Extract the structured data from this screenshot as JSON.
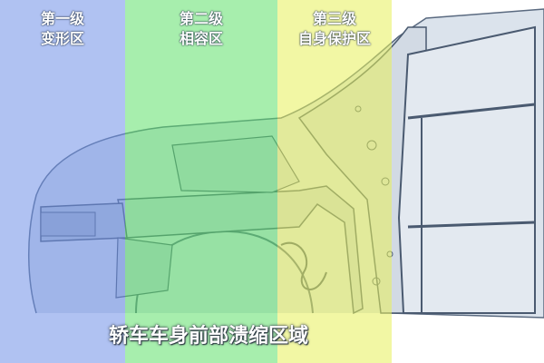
{
  "zones": [
    {
      "line1": "第一级",
      "line2": "变形区",
      "color": "#6f8fe8"
    },
    {
      "line1": "第二级",
      "line2": "相容区",
      "color": "#5fe06a"
    },
    {
      "line1": "第三级",
      "line2": "自身保护区",
      "color": "#e8f05a"
    }
  ],
  "caption": "轿车车身前部溃缩区域",
  "colors": {
    "background": "#ffffff",
    "line_art": "#5a6a80",
    "fill_art": "#c9d3df"
  }
}
